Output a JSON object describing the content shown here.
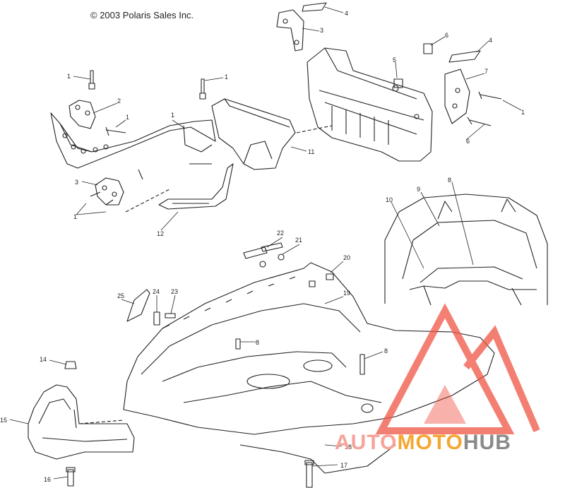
{
  "copyright": "© 2003 Polaris Sales Inc.",
  "callouts": {
    "c1a": "1",
    "c1b": "1",
    "c1c": "1",
    "c1d": "1",
    "c1e": "1",
    "c1f": "1",
    "c2": "2",
    "c3a": "3",
    "c3b": "3",
    "c4a": "4",
    "c4b": "4",
    "c5": "5",
    "c6a": "6",
    "c6b": "6",
    "c7": "7",
    "c8a": "8",
    "c8b": "8",
    "c8c": "8",
    "c9": "9",
    "c10": "10",
    "c11": "11",
    "c12": "12",
    "c14": "14",
    "c15": "15",
    "c16": "16",
    "c17": "17",
    "c18": "18",
    "c19": "19",
    "c20": "20",
    "c21": "21",
    "c22": "22",
    "c23": "23",
    "c24": "24",
    "c25": "25"
  },
  "watermark": {
    "part1": "AUTO",
    "part2": "MOTO",
    "part3": "HUB"
  },
  "colors": {
    "line": "#222222",
    "watermark_red": "#f05545",
    "watermark_orange": "#f4a832",
    "watermark_grey": "#8a8a8a"
  }
}
